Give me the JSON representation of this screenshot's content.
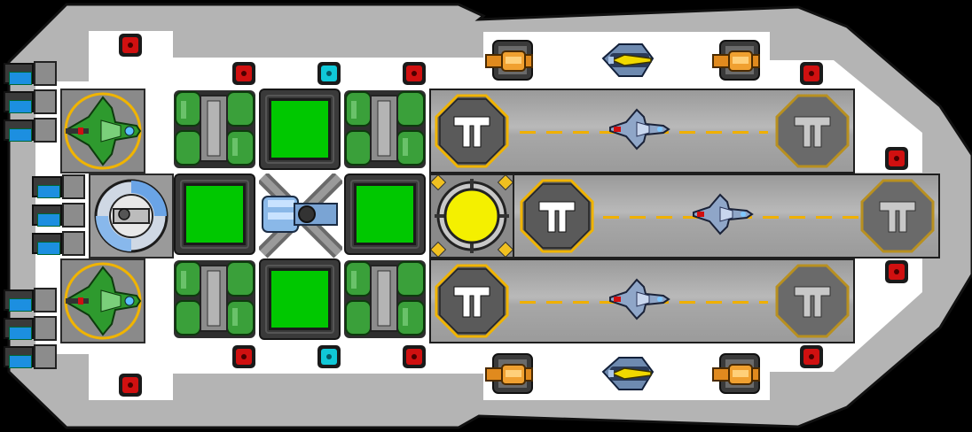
{
  "scene": {
    "background": "#000000",
    "hull_color": "#b4b4b4",
    "floor_color": "#ffffff",
    "accent_yellow": "#f0b400",
    "green_system": "#00c800",
    "red_alert": "#d01010",
    "cyan_sensor": "#10c8d8"
  },
  "hangar_bays": [
    {
      "name": "upper-runway",
      "fighter": "blue-fighter-icon"
    },
    {
      "name": "middle-runway",
      "fighter": "blue-fighter-icon"
    },
    {
      "name": "lower-runway",
      "fighter": "blue-fighter-icon"
    }
  ],
  "systems": {
    "core": "yellow-reactor-core-icon",
    "shield": "shield-generator-icon",
    "weapon": "plasma-cannon-icon"
  },
  "icons": {
    "landing_pad": "landing-pad-icon",
    "engine": "engine-thruster-icon",
    "turret_orange": "orange-turret-icon",
    "turret_blue": "blue-missile-turret-icon",
    "green_fighter": "green-fighter-icon",
    "warning_light": "red-warning-light-icon",
    "sensor_light": "cyan-sensor-light-icon"
  }
}
